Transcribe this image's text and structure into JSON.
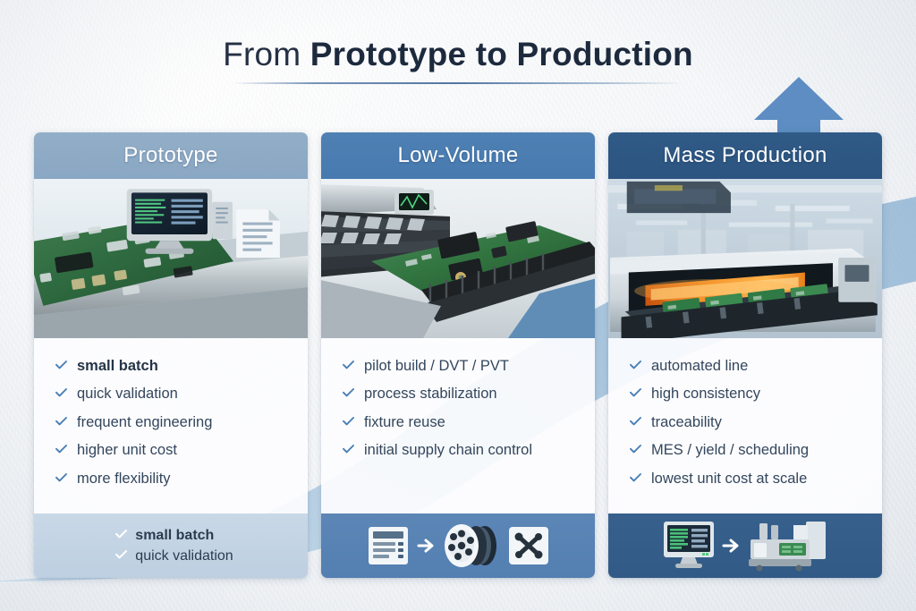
{
  "title": {
    "lead": "From ",
    "emphasis": "Prototype to Production"
  },
  "arrow": {
    "name": "upward-growth-arrow",
    "color": "#5d8dc2"
  },
  "theme": {
    "check_color": "#4a7fb5",
    "header_light": "#8aa7c3",
    "header_mid": "#477aaf",
    "header_dark": "#2c5480",
    "text_color": "#33465c",
    "swoosh_color": "#a9c6de"
  },
  "columns": [
    {
      "id": "prototype",
      "header": "Prototype",
      "photo_name": "pcb-workbench-monitor-photo",
      "photo_alt": "green circuit board on metal workbench with monitor and document",
      "bullets": [
        {
          "text": "small batch",
          "emphasis": true
        },
        {
          "text": "quick validation",
          "emphasis": false
        },
        {
          "text": "frequent engineering",
          "emphasis": false
        },
        {
          "text": "higher unit cost",
          "emphasis": false
        },
        {
          "text": "more flexibility",
          "emphasis": false
        }
      ],
      "footer": {
        "type": "text",
        "lines": [
          {
            "text": "small batch",
            "emphasis": true
          },
          {
            "text": "quick validation",
            "emphasis": false
          }
        ]
      }
    },
    {
      "id": "low-volume",
      "header": "Low-Volume",
      "photo_name": "smt-pick-and-place-photo",
      "photo_alt": "circuit board in pick and place machine with component feeders",
      "bullets": [
        {
          "text": "pilot build / DVT / PVT",
          "emphasis": false
        },
        {
          "text": "process stabilization",
          "emphasis": false
        },
        {
          "text": "fixture reuse",
          "emphasis": false
        },
        {
          "text": "initial supply chain control",
          "emphasis": false
        }
      ],
      "footer": {
        "type": "icons",
        "icons": [
          {
            "name": "document-form-icon"
          },
          {
            "name": "arrow-right-icon"
          },
          {
            "name": "component-reel-icon"
          },
          {
            "name": "fixture-tools-icon"
          }
        ]
      }
    },
    {
      "id": "mass-production",
      "header": "Mass Production",
      "photo_name": "reflow-oven-conveyor-photo",
      "photo_alt": "reflow oven with glowing interior and boards on conveyor in factory",
      "bullets": [
        {
          "text": "automated line",
          "emphasis": false
        },
        {
          "text": "high consistency",
          "emphasis": false
        },
        {
          "text": "traceability",
          "emphasis": false
        },
        {
          "text": "MES / yield / scheduling",
          "emphasis": false
        },
        {
          "text": "lowest unit cost at scale",
          "emphasis": false
        }
      ],
      "footer": {
        "type": "icons",
        "icons": [
          {
            "name": "monitor-mes-icon"
          },
          {
            "name": "arrow-right-icon"
          },
          {
            "name": "production-machine-icon"
          }
        ]
      }
    }
  ]
}
